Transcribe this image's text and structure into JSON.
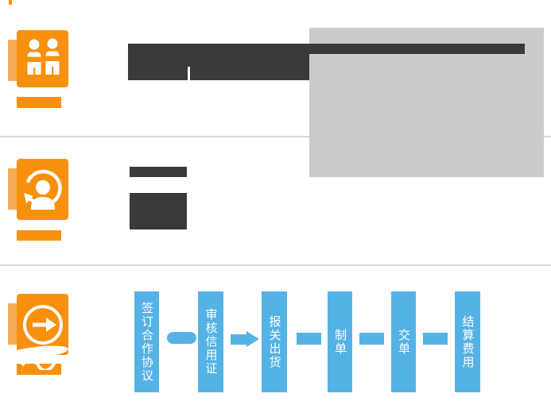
{
  "palette": {
    "orange": "#F7910D",
    "orange-light": "#F9AC58",
    "dark": "#3A3A3A",
    "gray-panel": "#CBCBCB",
    "blue": "#55B2E5",
    "divider": "#DADADA",
    "white": "#FFFFFF"
  },
  "flow": {
    "steps": [
      {
        "label": "签订合作协议"
      },
      {
        "label": "审核信用证"
      },
      {
        "label": "报关出货"
      },
      {
        "label": "制单"
      },
      {
        "label": "交单"
      },
      {
        "label": "结算费用"
      }
    ]
  }
}
